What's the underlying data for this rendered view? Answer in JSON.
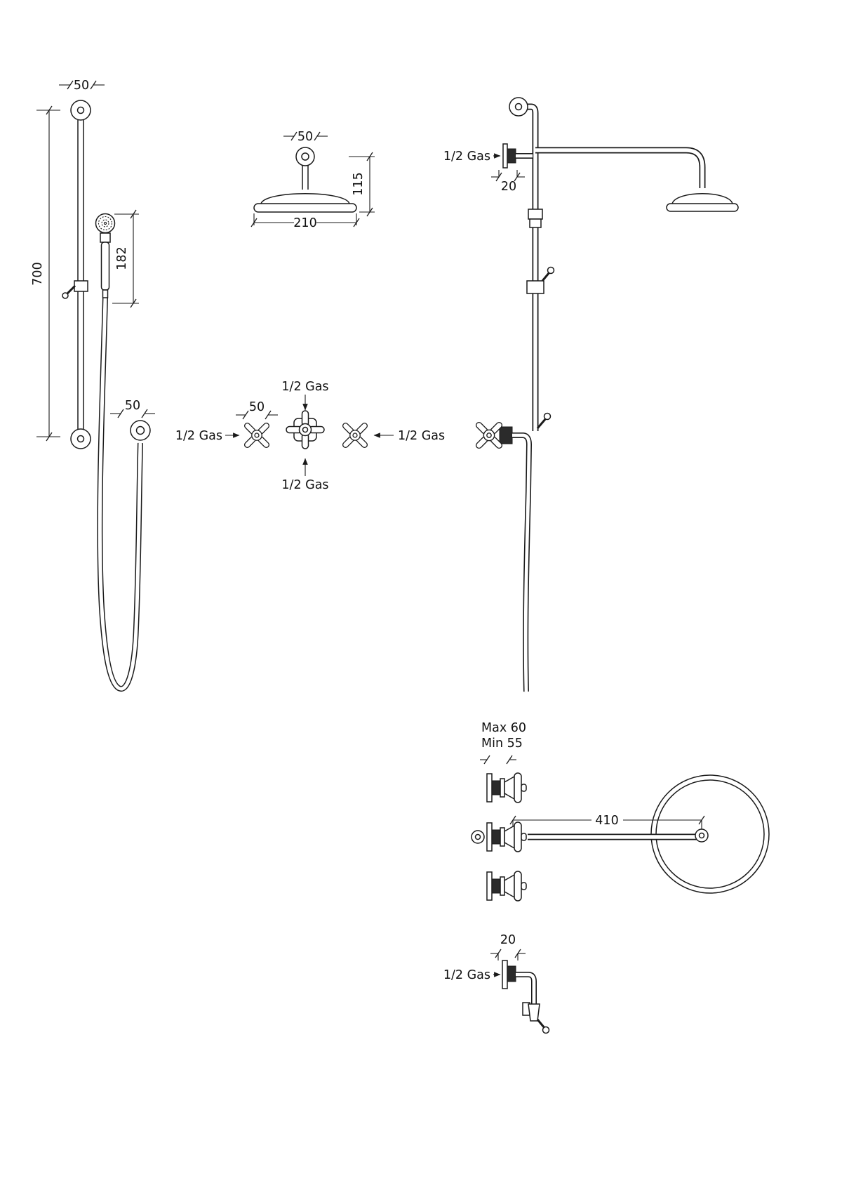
{
  "meta": {
    "drawing_type": "shower-system-technical-dimensions",
    "background_color": "#ffffff",
    "line_color": "#1a1a1a"
  },
  "views": {
    "slide_rail": {
      "dim_top_width": "50",
      "dim_rail_length": "700",
      "dim_handset_length": "182",
      "dim_outlet_width": "50"
    },
    "shower_head_side": {
      "dim_inlet_width": "50",
      "dim_head_height": "115",
      "dim_head_diameter": "210"
    },
    "valve_front": {
      "label_inlet_left": "1/2 Gas",
      "dim_handle_width": "50",
      "label_outlet_top": "1/2 Gas",
      "label_outlet_bottom": "1/2 Gas",
      "label_inlet_right": "1/2 Gas"
    },
    "column_side": {
      "label_inlet": "1/2 Gas",
      "dim_inlet_depth": "20"
    },
    "valve_side": {
      "label_depth_max": "Max 60",
      "label_depth_min": "Min 55",
      "dim_arm_length": "410"
    },
    "outlet_side": {
      "dim_depth": "20",
      "label_inlet": "1/2 Gas"
    }
  }
}
